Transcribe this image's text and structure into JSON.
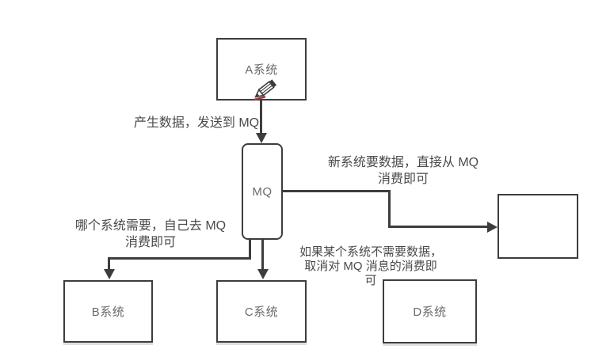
{
  "diagram": {
    "title": "MQ publish-subscribe decoupling diagram",
    "nodes": {
      "a": {
        "label": "A系统"
      },
      "mq": {
        "label": "MQ"
      },
      "new": {
        "label": ""
      },
      "b": {
        "label": "B系统"
      },
      "c": {
        "label": "C系统"
      },
      "d": {
        "label": "D系统"
      }
    },
    "edges": [
      {
        "from": "a",
        "to": "mq"
      },
      {
        "from": "mq",
        "to": "new"
      },
      {
        "from": "mq",
        "to": "b"
      },
      {
        "from": "mq",
        "to": "c"
      }
    ],
    "annotations": {
      "produce": {
        "line1": "产生数据，发送到 MQ"
      },
      "new_system": {
        "line1": "新系统要数据，直接从 MQ",
        "line2": "消费即可"
      },
      "which_system": {
        "line1": "哪个系统需要，自己去 MQ",
        "line2": "消费即可"
      },
      "cancel": {
        "line1": "如果某个系统不需要数据，",
        "line2": "取消对 MQ 消息的消费即",
        "line3": "可"
      }
    },
    "icons": {
      "pencil": "pencil-cursor-icon"
    },
    "colors": {
      "line": "#3d3d3d",
      "label": "#6b6b6b",
      "annotation": "#4a4a4a",
      "pencil_mark": "#9c3b3b",
      "background": "#ffffff"
    }
  }
}
